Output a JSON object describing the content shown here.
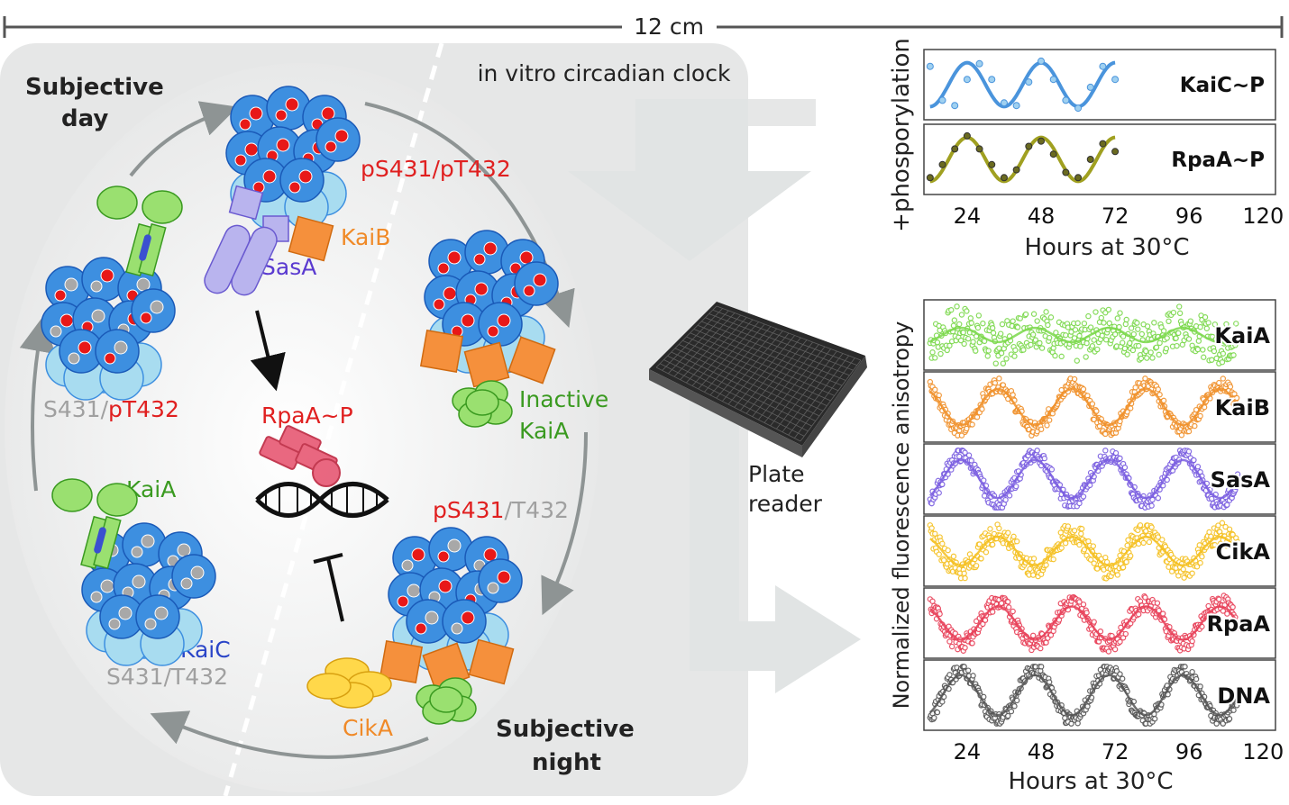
{
  "scale": {
    "label": "12 cm"
  },
  "cycle": {
    "header": "in vitro circadian clock",
    "subjective_day": [
      "Subjective",
      "day"
    ],
    "subjective_night": [
      "Subjective",
      "night"
    ],
    "state_top": "pS431/pT432",
    "state_left_grey": "S431/",
    "state_left_red": "pT432",
    "state_right_red": "pS431",
    "state_right_grey": "/T432",
    "state_bottom": "S431/T432",
    "kaic_label": "KaiC",
    "kaia_label": "KaiA",
    "kaib_label": "KaiB",
    "sasa_label": "SasA",
    "cika_label": "CikA",
    "inactive_kaia": [
      "Inactive",
      "KaiA"
    ],
    "rpaa_label": "RpaA~P"
  },
  "plate_reader": {
    "label": [
      "Plate",
      "reader"
    ]
  },
  "colors": {
    "kaic": "#3d8fe0",
    "kaic_light": "#a8dcf0",
    "kaia": "#9ae070",
    "kaib": "#f5903c",
    "sasa": "#b9b4ee",
    "cika": "#ffd84a",
    "rpaa": "#e8607a",
    "phospho": "#e81818",
    "unphospho": "#a8a8a8",
    "panel_bg": "#e6e7e7"
  },
  "chart_data": [
    {
      "type": "scatter",
      "ylabel": "+phosporylation",
      "xlabel": "Hours at 30°C",
      "xlim": [
        10,
        124
      ],
      "xticks": [
        24,
        48,
        72,
        96,
        120
      ],
      "series": [
        {
          "name": "KaiC~P",
          "color": "#4a94dc",
          "period": 24,
          "phase": 24,
          "fit_until": 72,
          "points": [
            [
              12,
              0.85
            ],
            [
              16,
              0.2
            ],
            [
              20,
              0.1
            ],
            [
              24,
              0.6
            ],
            [
              28,
              0.9
            ],
            [
              32,
              0.6
            ],
            [
              36,
              0.15
            ],
            [
              40,
              0.1
            ],
            [
              44,
              0.55
            ],
            [
              48,
              0.95
            ],
            [
              52,
              0.6
            ],
            [
              56,
              0.2
            ],
            [
              60,
              0.05
            ],
            [
              64,
              0.45
            ],
            [
              68,
              0.85
            ],
            [
              72,
              0.6
            ]
          ]
        },
        {
          "name": "RpaA~P",
          "color": "#a0a020",
          "period": 24,
          "phase": 24,
          "fit_until": 72,
          "points": [
            [
              12,
              0.15
            ],
            [
              16,
              0.4
            ],
            [
              20,
              0.7
            ],
            [
              24,
              0.95
            ],
            [
              28,
              0.7
            ],
            [
              32,
              0.4
            ],
            [
              36,
              0.15
            ],
            [
              40,
              0.3
            ],
            [
              44,
              0.75
            ],
            [
              48,
              0.85
            ],
            [
              52,
              0.6
            ],
            [
              56,
              0.25
            ],
            [
              60,
              0.15
            ],
            [
              64,
              0.5
            ],
            [
              68,
              0.8
            ],
            [
              72,
              0.65
            ]
          ]
        }
      ]
    },
    {
      "type": "scatter",
      "ylabel": "Normalized fluorescence anisotropy",
      "xlabel": "Hours at 30°C",
      "xlim": [
        10,
        124
      ],
      "xticks": [
        24,
        48,
        72,
        96,
        120
      ],
      "series": [
        {
          "name": "KaiA",
          "color": "#7ad84a",
          "period": 24,
          "phase": 22,
          "amplitude": 0.15,
          "noise": 0.35
        },
        {
          "name": "KaiB",
          "color": "#f0902a",
          "period": 24,
          "phase": 10,
          "amplitude": 0.38,
          "noise": 0.12
        },
        {
          "name": "SasA",
          "color": "#7a5ee0",
          "period": 24,
          "phase": 22,
          "amplitude": 0.4,
          "noise": 0.12
        },
        {
          "name": "CikA",
          "color": "#f5c020",
          "period": 24,
          "phase": 10,
          "amplitude": 0.3,
          "noise": 0.18
        },
        {
          "name": "RpaA",
          "color": "#e84058",
          "period": 24,
          "phase": 10,
          "amplitude": 0.35,
          "noise": 0.14
        },
        {
          "name": "DNA",
          "color": "#555555",
          "period": 24,
          "phase": 22,
          "amplitude": 0.42,
          "noise": 0.12
        }
      ]
    }
  ]
}
